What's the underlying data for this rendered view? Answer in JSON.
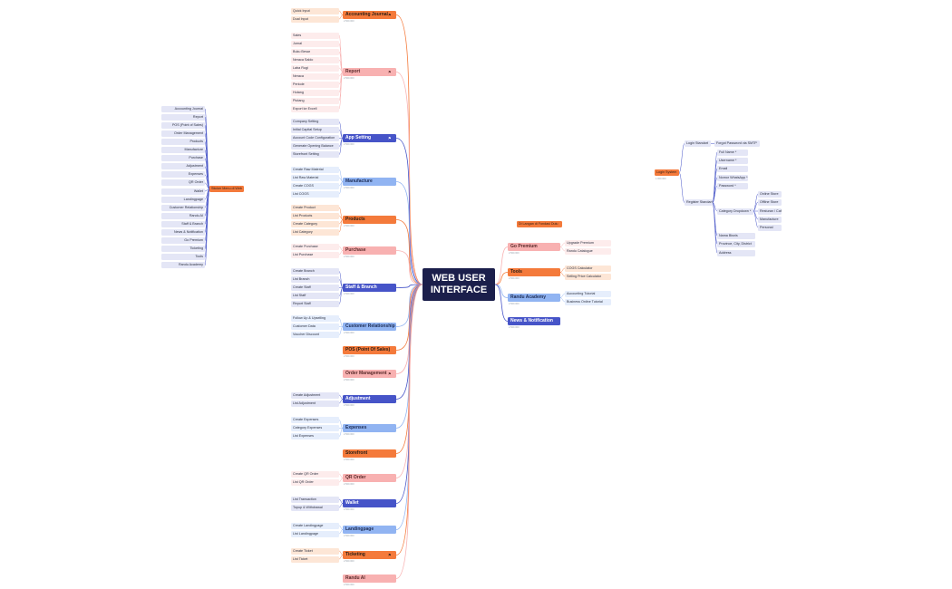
{
  "center": {
    "line1": "WEB USER",
    "line2": "INTERFACE"
  },
  "sub_caption": "2.500.000",
  "colors": {
    "center": "#1b1f4b",
    "orange": "#f47a3b",
    "pink": "#f8b1b1",
    "navy": "#4654c8",
    "blue": "#91b4f2"
  },
  "icons": [
    "flag-icon"
  ],
  "left_branches": [
    {
      "label": "Accounting Journal",
      "style": "orange",
      "flag": true,
      "children": [
        "Quick Input",
        "Dual Input"
      ]
    },
    {
      "label": "Report",
      "style": "pink",
      "flag": true,
      "children": [
        "Sales",
        "Jurnal",
        "Buku Besar",
        "Neraca Saldo",
        "Laba Rugi",
        "Neraca",
        "Periode",
        "Hutang",
        "Piutang",
        "Export ke Excell"
      ]
    },
    {
      "label": "App Setting",
      "style": "navy",
      "flag": true,
      "children": [
        "Company Setting",
        "Initial Capital Setup",
        "Account Code Configuration",
        "Generate Opening Balance",
        "Storefront Setting"
      ]
    },
    {
      "label": "Manufacture",
      "style": "blue",
      "flag": false,
      "children": [
        "Create Raw Material",
        "List Raw Material",
        "Create COGS",
        "List COGS"
      ]
    },
    {
      "label": "Products",
      "style": "orange",
      "flag": false,
      "children": [
        "Create Product",
        "List Products",
        "Create Category",
        "List Category"
      ]
    },
    {
      "label": "Purchase",
      "style": "pink",
      "flag": false,
      "children": [
        "Create Purchase",
        "List Purchase"
      ]
    },
    {
      "label": "Staff & Branch",
      "style": "navy",
      "flag": false,
      "children": [
        "Create Branch",
        "List Branch",
        "Create Staff",
        "List Staff",
        "Report Staff"
      ]
    },
    {
      "label": "Customer Relationship",
      "style": "blue",
      "flag": false,
      "children": [
        "Follow Up & Upselling",
        "Customer Data",
        "Voucher Discount"
      ]
    },
    {
      "label": "POS (Point Of Sales)",
      "style": "orange",
      "flag": false,
      "children": []
    },
    {
      "label": "Order Management",
      "style": "pink",
      "flag": true,
      "children": []
    },
    {
      "label": "Adjustment",
      "style": "navy",
      "flag": false,
      "children": [
        "Create Adjustment",
        "List Adjustment"
      ]
    },
    {
      "label": "Expenses",
      "style": "blue",
      "flag": false,
      "children": [
        "Create Expenses",
        "Category Expenses",
        "List Expenses"
      ]
    },
    {
      "label": "Storefront",
      "style": "orange",
      "flag": false,
      "children": []
    },
    {
      "label": "QR Order",
      "style": "pink",
      "flag": false,
      "children": [
        "Create QR Order",
        "List QR Order"
      ]
    },
    {
      "label": "Wallet",
      "style": "navy",
      "flag": false,
      "children": [
        "List Transaction",
        "Topup & Withdrawal"
      ]
    },
    {
      "label": "Landingpage",
      "style": "blue",
      "flag": false,
      "children": [
        "Create Landingpage",
        "List Landingpage"
      ]
    },
    {
      "label": "Ticketing",
      "style": "orange",
      "flag": true,
      "children": [
        "Create Ticket",
        "List Ticket"
      ]
    },
    {
      "label": "Randu AI",
      "style": "pink",
      "flag": false,
      "children": []
    }
  ],
  "right_branches": [
    {
      "label": "Go Premium",
      "style": "pink",
      "children": [
        "Upgrade Premium",
        "Randu Catalogue"
      ]
    },
    {
      "label": "Tools",
      "style": "orange",
      "children": [
        "COGS Calculator",
        "Selling Price Calculator"
      ]
    },
    {
      "label": "Randu Academy",
      "style": "blue",
      "children": [
        "Accounting Tutorial",
        "Business Online Tutorial"
      ]
    },
    {
      "label": "News & Notification",
      "style": "navy",
      "children": []
    }
  ],
  "floating_note": "Di Langan di Fondasi Dulu",
  "sidebar": {
    "label": "Sticker Menu di Web",
    "items": [
      "Accounting Journal",
      "Report",
      "POS (Point of Sales)",
      "Order Management",
      "Products",
      "Manufacture",
      "Purchase",
      "Adjustment",
      "Expenses",
      "QR Order",
      "Wallet",
      "Landingpage",
      "Customer Relationship",
      "Randu AI",
      "Staff & Branch",
      "News & Notification",
      "Go Premium",
      "Ticketing",
      "Tools",
      "Randu Academy"
    ]
  },
  "login": {
    "label": "Login System",
    "sub": "1.000.000",
    "standard": {
      "label": "Login Standart",
      "child": "Forgot Password via SMTP"
    },
    "register": {
      "label": "Register Standart",
      "fields": [
        "Full Name *",
        "Username *",
        "Email",
        "Nomor WhatsApp *",
        "Password *"
      ],
      "category": {
        "label": "Category Dropdown *",
        "options": [
          "Online Store",
          "Offline Store",
          "Resturan / Cafe",
          "Manufacture",
          "Personal"
        ]
      },
      "extra": [
        "Nama Bisnis",
        "Province, City, District",
        "Address"
      ]
    }
  }
}
